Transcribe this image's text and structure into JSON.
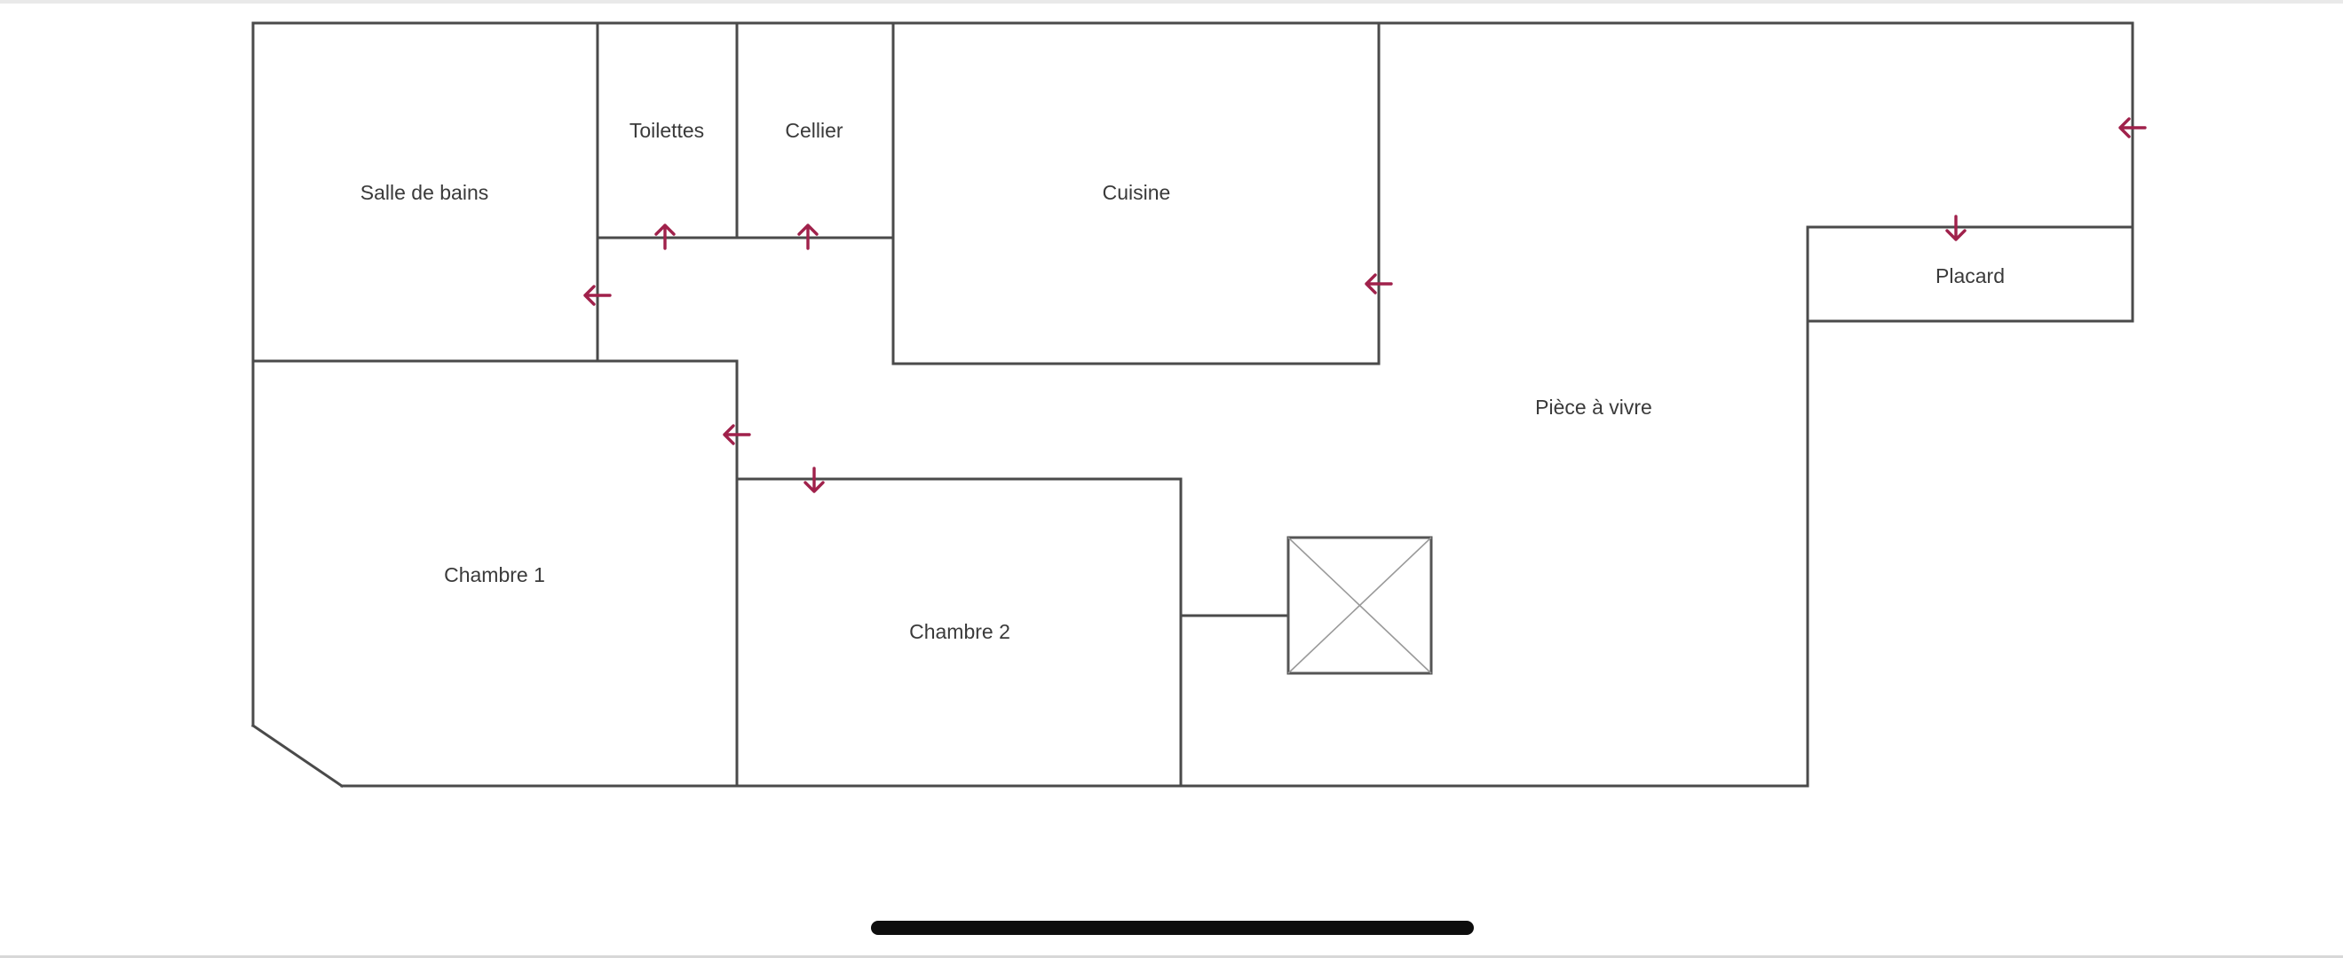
{
  "floor_plan": {
    "rooms": [
      {
        "id": "salle-de-bains",
        "label": "Salle de bains"
      },
      {
        "id": "toilettes",
        "label": "Toilettes"
      },
      {
        "id": "cellier",
        "label": "Cellier"
      },
      {
        "id": "cuisine",
        "label": "Cuisine"
      },
      {
        "id": "placard",
        "label": "Placard"
      },
      {
        "id": "piece-a-vivre",
        "label": "Pièce à vivre"
      },
      {
        "id": "chambre-1",
        "label": "Chambre 1"
      },
      {
        "id": "chambre-2",
        "label": "Chambre 2"
      }
    ],
    "door_arrow_color": "#a0214b",
    "wall_color": "#4a4a4a"
  }
}
